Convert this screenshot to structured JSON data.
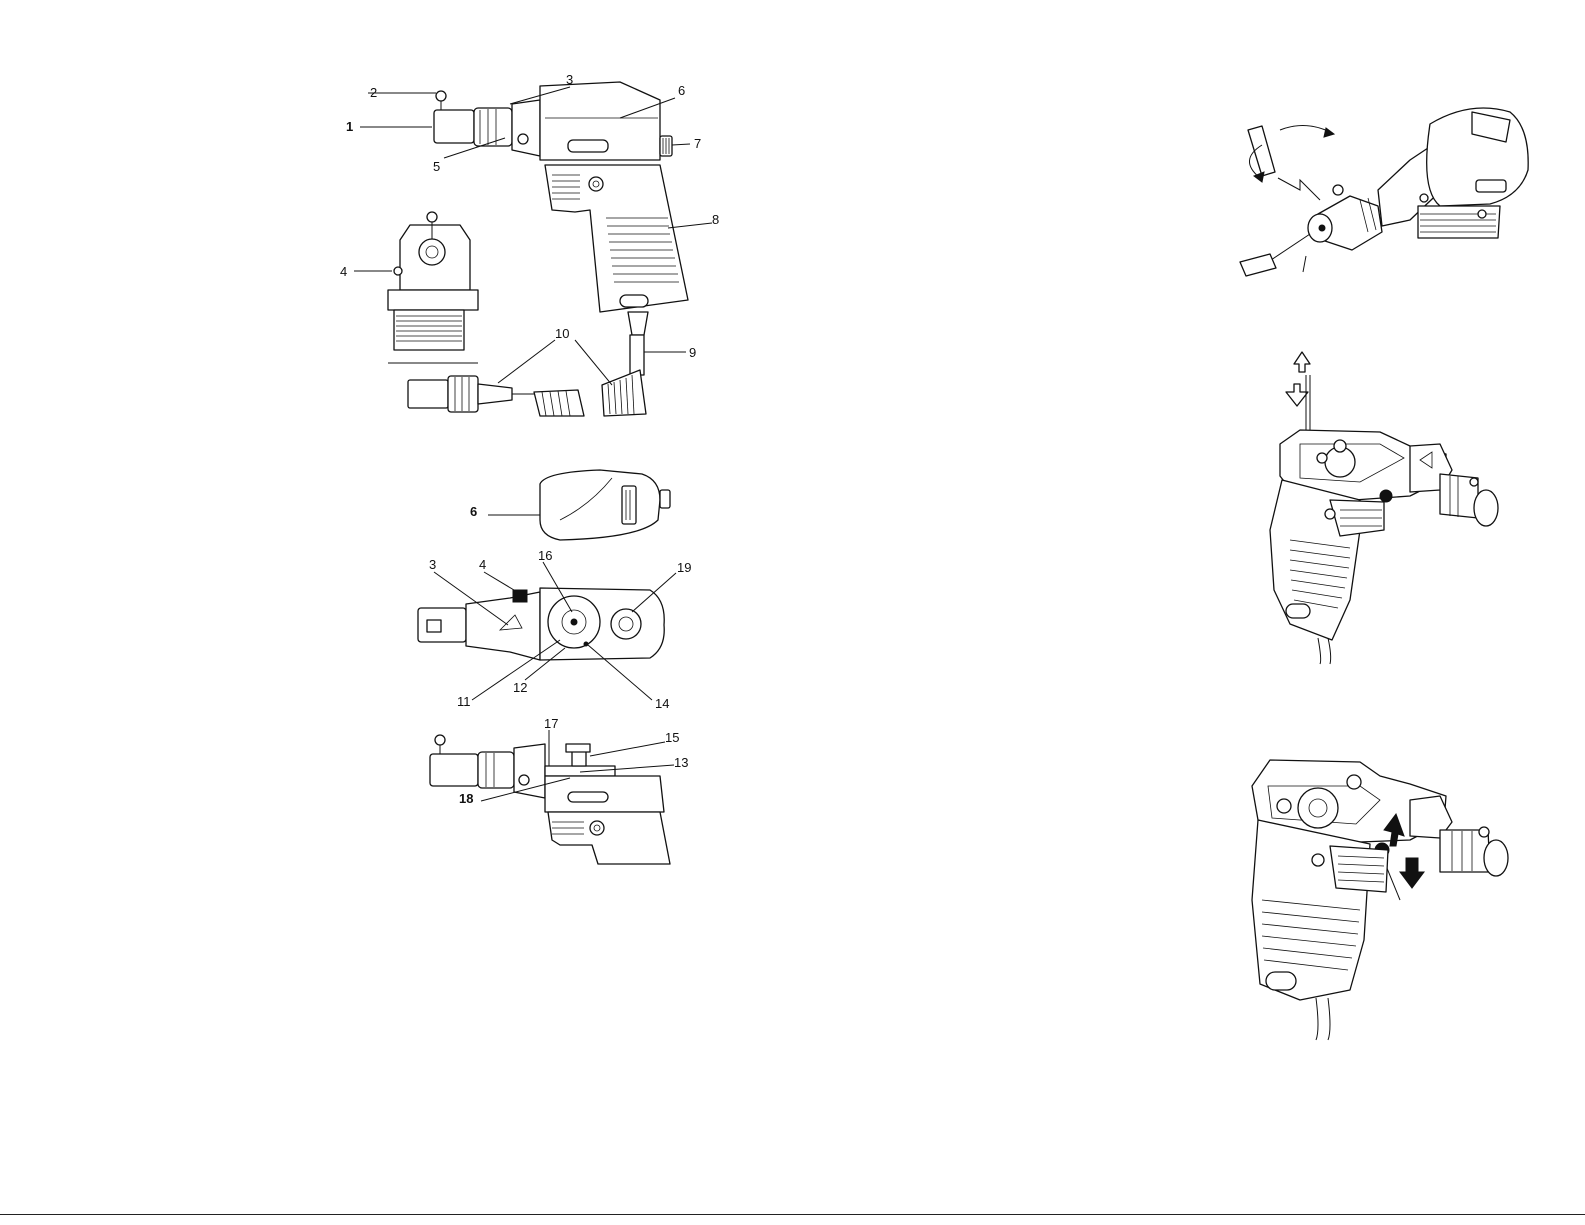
{
  "callouts": {
    "c1": "1",
    "c2": "2",
    "c3": "3",
    "c4": "4",
    "c5": "5",
    "c6": "6",
    "c7": "7",
    "c8": "8",
    "c9": "9",
    "c10": "10",
    "c6b": "6",
    "c16": "16",
    "c19": "19",
    "c3b": "3",
    "c4b": "4",
    "c11": "11",
    "c12": "12",
    "c14": "14",
    "c17": "17",
    "c15": "15",
    "c13": "13",
    "c18": "18"
  },
  "colors": {
    "ink": "#111111",
    "paper": "#ffffff"
  },
  "icons": [
    "arrow-up-icon",
    "arrow-down-icon",
    "rotation-arrow-icon"
  ]
}
